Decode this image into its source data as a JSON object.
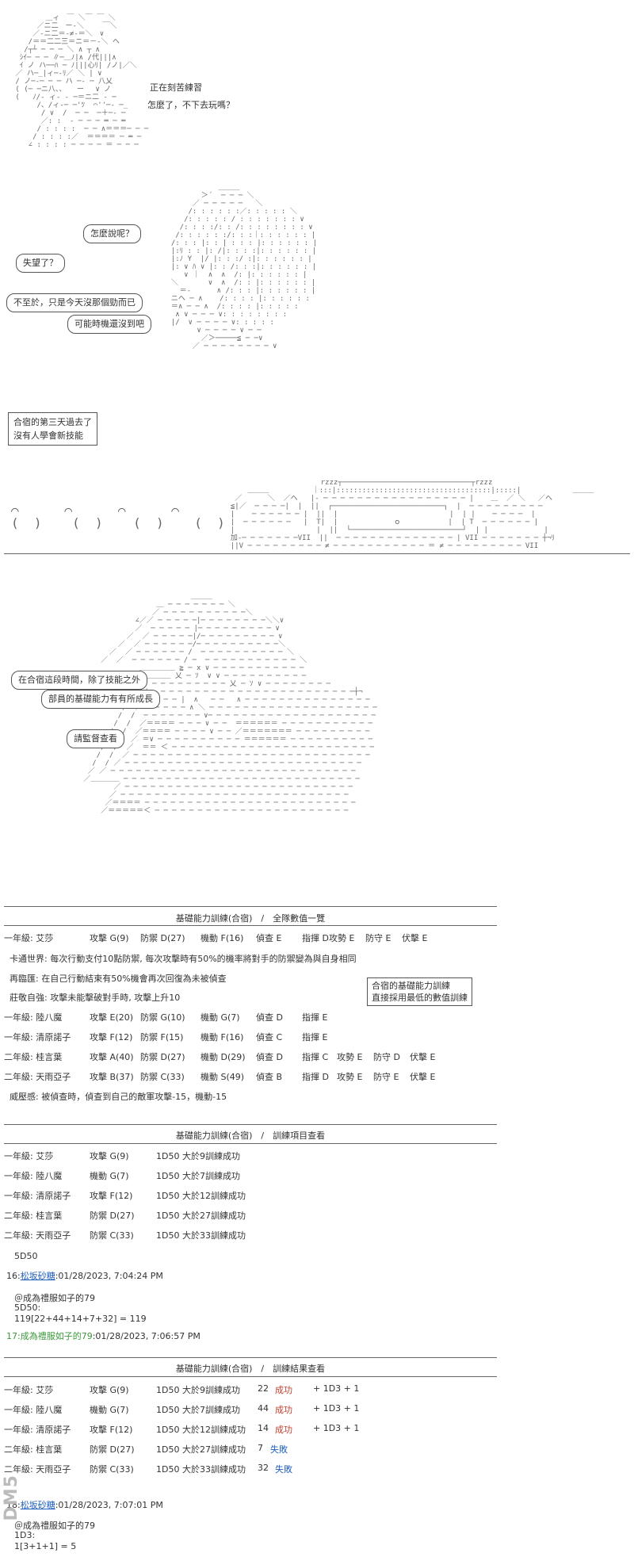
{
  "scene1": {
    "lines": [
      "正在刻苦練習",
      "怎麼了，不下去玩嗎？"
    ]
  },
  "scene2": {
    "bubbles": [
      "怎麼說呢？",
      "失望了？",
      "不至於，只是今天沒那個勁而已",
      "可能時機還沒到吧"
    ]
  },
  "scene3": {
    "box_lines": [
      "合宿的第三天過去了",
      "沒有人學會新技能"
    ]
  },
  "scene4": {
    "bubbles": [
      "在合宿這段時間，除了技能之外",
      "部員的基礎能力有有所成長",
      "請監督查看"
    ]
  },
  "table1": {
    "title": "基礎能力訓練(合宿)　/　全隊數值一覽",
    "rows": [
      [
        "一年級: 艾莎",
        "攻擊 G(9)",
        "防禦 D(27)",
        "機動 F(16)",
        "偵查 E",
        "指揮 D",
        "攻勢 E",
        "防守 E",
        "伏擊 E"
      ],
      [
        "一年級: 陸八魔",
        "攻擊 E(20)",
        "防禦 G(10)",
        "機動 G(7)",
        "偵查 D",
        "指揮 E",
        "",
        "",
        ""
      ],
      [
        "一年級: 清原諾子",
        "攻擊 F(12)",
        "防禦 F(15)",
        "機動 F(16)",
        "偵查 C",
        "指揮 E",
        "",
        "",
        ""
      ],
      [
        "二年級: 桂言葉",
        "攻擊 A(40)",
        "防禦 D(27)",
        "機動 D(29)",
        "偵查 D",
        "指揮 C",
        "攻勢 E",
        "防守 D",
        "伏擊 E"
      ],
      [
        "二年級: 天雨亞子",
        "攻擊 B(37)",
        "防禦 C(33)",
        "機動 S(49)",
        "偵查 B",
        "指揮 D",
        "攻勢 E",
        "防守 E",
        "伏擊 E"
      ]
    ],
    "notes": [
      "卡通世界: 每次行動支付10點防禦, 每次攻擊時有50%的機率將對手的防禦變為與自身相同",
      "再臨匯: 在自己行動結束有50%機會再次回復為未被偵查",
      "莊敬自強: 攻擊未能擊破對手時, 攻擊上升10"
    ],
    "note_after": "威壓感: 被偵查時，偵查到自己的敵軍攻擊-15，機動-15",
    "side_box": [
      "合宿的基礎能力訓練",
      "直接採用最低的數值訓練"
    ]
  },
  "table2": {
    "title": "基礎能力訓練(合宿)　/　訓練項目查看",
    "rows": [
      [
        "一年級: 艾莎",
        "攻擊 G(9)",
        "1D50 大於9訓練成功"
      ],
      [
        "一年級: 陸八魔",
        "機動 G(7)",
        "1D50 大於7訓練成功"
      ],
      [
        "一年級: 清原諾子",
        "攻擊 F(12)",
        "1D50 大於12訓練成功"
      ],
      [
        "二年級: 桂言葉",
        "防禦 D(27)",
        "1D50 大於27訓練成功"
      ],
      [
        "二年級: 天雨亞子",
        "防禦 C(33)",
        "1D50 大於33訓練成功"
      ]
    ],
    "after": "5D50"
  },
  "post1": {
    "num": "16:",
    "user": "松坂砂糖",
    "time": ":01/28/2023, 7:04:24 PM",
    "lines": [
      "＠成為禮服如子的79",
      "5D50:",
      "119[22+44+14+7+32] = 119"
    ]
  },
  "post2": {
    "num": "17:",
    "user": "成為禮服如子的79",
    "time": ":01/28/2023, 7:06:57 PM"
  },
  "table3": {
    "title": "基礎能力訓練(合宿)　/　訓練結果查看",
    "rows": [
      [
        "一年級: 艾莎",
        "攻擊 G(9)",
        "1D50 大於9訓練成功",
        "22",
        "成功",
        "+ 1D3 + 1"
      ],
      [
        "一年級: 陸八魔",
        "機動 G(7)",
        "1D50 大於7訓練成功",
        "44",
        "成功",
        "+ 1D3 + 1"
      ],
      [
        "一年級: 清原諾子",
        "攻擊 F(12)",
        "1D50 大於12訓練成功",
        "14",
        "成功",
        "+ 1D3 + 1"
      ],
      [
        "二年級: 桂言葉",
        "防禦 D(27)",
        "1D50 大於27訓練成功",
        "7",
        "失敗",
        ""
      ],
      [
        "二年級: 天雨亞子",
        "防禦 C(33)",
        "1D50 大於33訓練成功",
        "32",
        "失敗",
        ""
      ]
    ]
  },
  "post3": {
    "num": "18:",
    "user": "松坂砂糖",
    "time": ":01/28/2023, 7:07:01 PM",
    "lines": [
      "＠成為禮服如子的79",
      "1D3:",
      "1[3+1+1] = 5"
    ]
  },
  "watermark": "DM5"
}
